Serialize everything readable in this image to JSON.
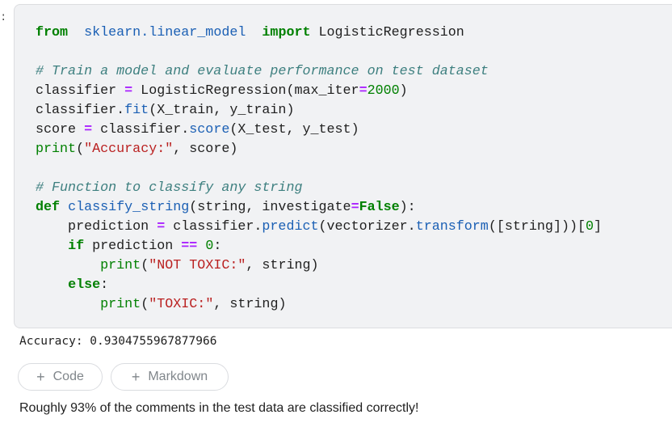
{
  "cell": {
    "prompt": ":",
    "code_lines": [
      [
        [
          "kw",
          "from"
        ],
        [
          "",
          "  "
        ],
        [
          "mod",
          "sklearn.linear_model"
        ],
        [
          "",
          "  "
        ],
        [
          "kw",
          "import"
        ],
        [
          "",
          " LogisticRegression"
        ]
      ],
      [],
      [
        [
          "cm",
          "# Train a model and evaluate performance on test dataset"
        ]
      ],
      [
        [
          "",
          "classifier "
        ],
        [
          "op",
          "="
        ],
        [
          "",
          " LogisticRegression(max_iter"
        ],
        [
          "op",
          "="
        ],
        [
          "num",
          "2000"
        ],
        [
          "",
          ")"
        ]
      ],
      [
        [
          "",
          "classifier."
        ],
        [
          "fn",
          "fit"
        ],
        [
          "",
          "(X_train, y_train)"
        ]
      ],
      [
        [
          "",
          "score "
        ],
        [
          "op",
          "="
        ],
        [
          "",
          " classifier."
        ],
        [
          "fn",
          "score"
        ],
        [
          "",
          "(X_test, y_test)"
        ]
      ],
      [
        [
          "bi",
          "print"
        ],
        [
          "",
          "("
        ],
        [
          "str",
          "\"Accuracy:\""
        ],
        [
          "",
          ", score)"
        ]
      ],
      [],
      [
        [
          "cm",
          "# Function to classify any string"
        ]
      ],
      [
        [
          "kw",
          "def"
        ],
        [
          "",
          " "
        ],
        [
          "fn",
          "classify_string"
        ],
        [
          "",
          "(string, investigate"
        ],
        [
          "op",
          "="
        ],
        [
          "kw",
          "False"
        ],
        [
          "",
          "):"
        ]
      ],
      [
        [
          "",
          "    prediction "
        ],
        [
          "op",
          "="
        ],
        [
          "",
          " classifier."
        ],
        [
          "fn",
          "predict"
        ],
        [
          "",
          "(vectorizer."
        ],
        [
          "fn",
          "transform"
        ],
        [
          "",
          "([string]))["
        ],
        [
          "num",
          "0"
        ],
        [
          "",
          "]"
        ]
      ],
      [
        [
          "",
          "    "
        ],
        [
          "kw",
          "if"
        ],
        [
          "",
          " prediction "
        ],
        [
          "op",
          "=="
        ],
        [
          "",
          " "
        ],
        [
          "num",
          "0"
        ],
        [
          "",
          ":"
        ]
      ],
      [
        [
          "",
          "        "
        ],
        [
          "bi",
          "print"
        ],
        [
          "",
          "("
        ],
        [
          "str",
          "\"NOT TOXIC:\""
        ],
        [
          "",
          ", string)"
        ]
      ],
      [
        [
          "",
          "    "
        ],
        [
          "kw",
          "else"
        ],
        [
          "",
          ":"
        ]
      ],
      [
        [
          "",
          "        "
        ],
        [
          "bi",
          "print"
        ],
        [
          "",
          "("
        ],
        [
          "str",
          "\"TOXIC:\""
        ],
        [
          "",
          ", string)"
        ]
      ]
    ]
  },
  "output": "Accuracy: 0.9304755967877966",
  "toolbar": {
    "plus": "+",
    "code_label": "Code",
    "markdown_label": "Markdown"
  },
  "markdown": "Roughly 93% of the comments in the test data are classified correctly!"
}
